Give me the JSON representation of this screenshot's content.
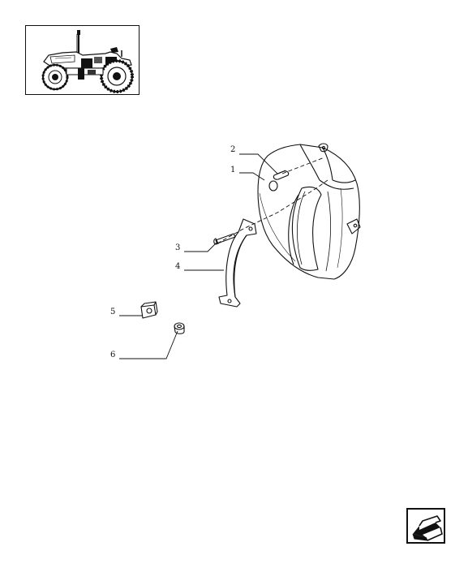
{
  "diagram": {
    "callouts": [
      {
        "id": "callout-2",
        "label": "2"
      },
      {
        "id": "callout-1",
        "label": "1"
      },
      {
        "id": "callout-3",
        "label": "3"
      },
      {
        "id": "callout-4",
        "label": "4"
      },
      {
        "id": "callout-5",
        "label": "5"
      },
      {
        "id": "callout-6",
        "label": "6"
      }
    ]
  },
  "thumbnail": {
    "icon": "tractor-icon"
  },
  "navigation": {
    "icon": "next-page-arrow-icon"
  }
}
